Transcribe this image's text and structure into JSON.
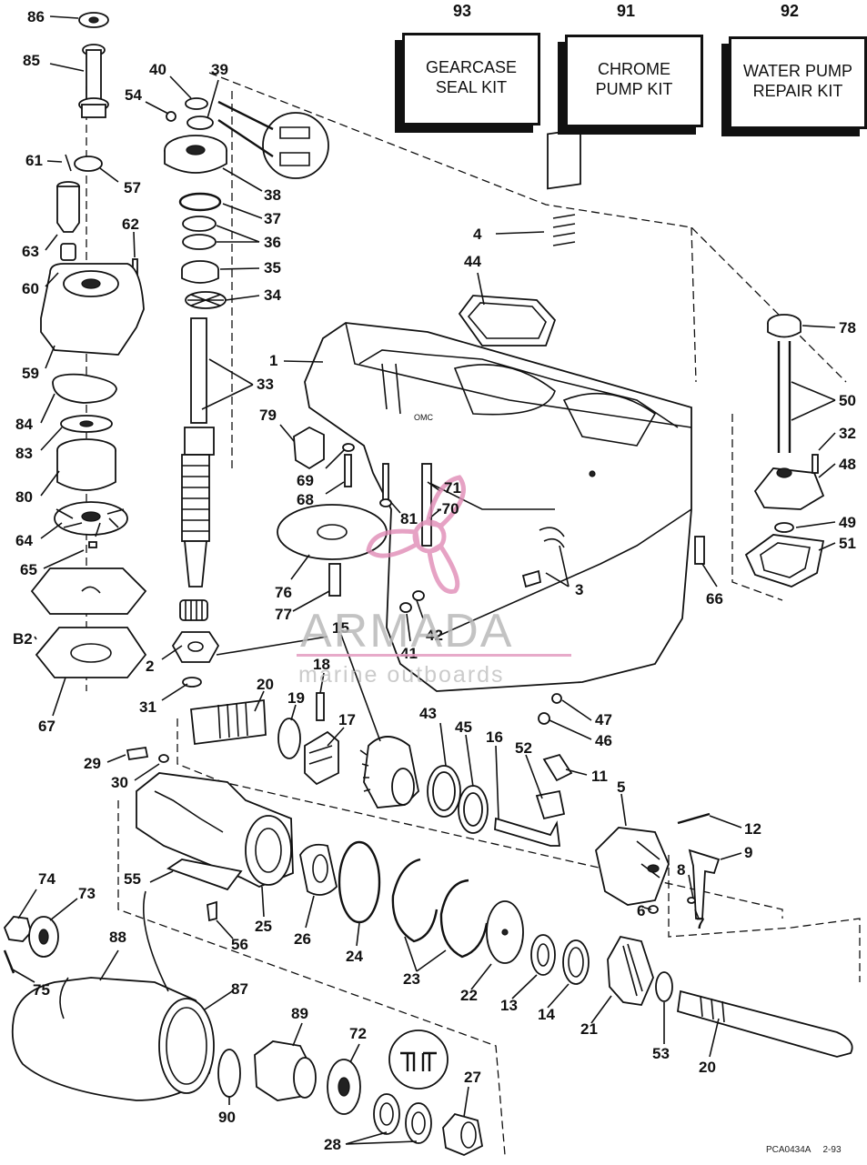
{
  "kits": [
    {
      "number": "93",
      "line1": "GEARCASE",
      "line2": "SEAL KIT"
    },
    {
      "number": "91",
      "line1": "CHROME",
      "line2": "PUMP KIT"
    },
    {
      "number": "92",
      "line1": "WATER PUMP",
      "line2": "REPAIR KIT"
    }
  ],
  "callouts": {
    "c86": "86",
    "c85": "85",
    "c40": "40",
    "c39": "39",
    "c54": "54",
    "c61": "61",
    "c57": "57",
    "c38": "38",
    "c37": "37",
    "c36": "36",
    "c35": "35",
    "c34": "34",
    "c62": "62",
    "c63": "63",
    "c60": "60",
    "c59": "59",
    "c84": "84",
    "c83": "83",
    "c80": "80",
    "c64": "64",
    "c65": "65",
    "cB2": "B2",
    "c67": "67",
    "c33": "33",
    "c1": "1",
    "c4": "4",
    "c44": "44",
    "c78": "78",
    "c50": "50",
    "c32": "32",
    "c48": "48",
    "c49": "49",
    "c51": "51",
    "c66": "66",
    "c79": "79",
    "c69": "69",
    "c68": "68",
    "c81": "81",
    "c71": "71",
    "c70": "-70",
    "c3": "3",
    "c76": "76",
    "c77": "77",
    "c15": "15",
    "c42": "42",
    "c41": "41",
    "c18": "18",
    "c2": "2",
    "c31": "31",
    "c20a": "20",
    "c19": "19",
    "c17": "17",
    "c43": "43",
    "c45": "45",
    "c16": "16",
    "c52": "52",
    "c11": "11",
    "c47": "47",
    "c46": "46",
    "c29": "29",
    "c30": "30",
    "c5": "5",
    "c12": "12",
    "c9": "9",
    "c8": "8",
    "c6": "6",
    "c7": "7",
    "c74": "74",
    "c73": "73",
    "c55": "55",
    "c25": "25",
    "c26": "26",
    "c56": "56",
    "c24": "24",
    "c23": "23",
    "c22": "22",
    "c13": "13",
    "c14": "14",
    "c21": "21",
    "c53": "53",
    "c20b": "20",
    "c88": "88",
    "c75": "75",
    "c87": "87",
    "c89": "89",
    "c72": "72",
    "c27": "27",
    "c90": "90",
    "c28": "28"
  },
  "watermark": {
    "title": "ARMADA",
    "subtitle": "marine outboards"
  },
  "footer": {
    "code": "PCA0434A",
    "date": "2-93"
  }
}
